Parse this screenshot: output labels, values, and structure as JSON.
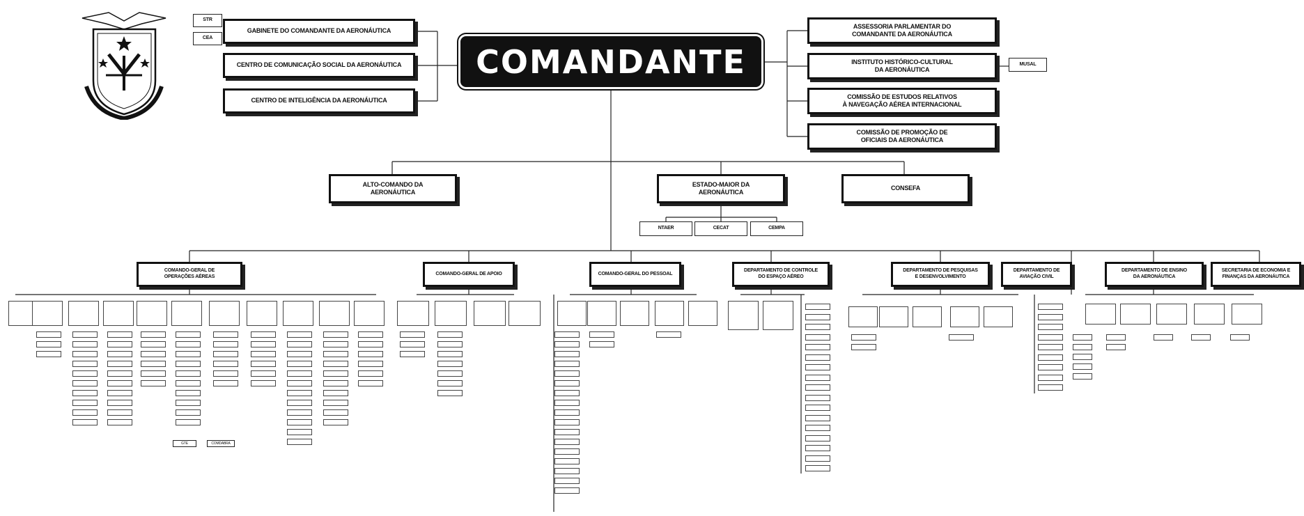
{
  "commander": "COMANDANTE",
  "emblem_icon": "air-force-coat-of-arms-icon",
  "cabinet_tags": [
    "STR",
    "CEA"
  ],
  "left_staff": [
    "GABINETE DO COMANDANTE DA AERONÁUTICA",
    "CENTRO DE COMUNICAÇÃO SOCIAL DA AERONÁUTICA",
    "CENTRO DE INTELIGÊNCIA DA AERONÁUTICA"
  ],
  "right_staff": [
    "ASSESSORIA PARLAMENTAR DO\nCOMANDANTE DA AERONÁUTICA",
    "INSTITUTO HISTÓRICO-CULTURAL\nDA AERONÁUTICA",
    "COMISSÃO DE ESTUDOS RELATIVOS\nÀ NAVEGAÇÃO AÉREA INTERNACIONAL",
    "COMISSÃO DE PROMOÇÃO DE\nOFICIAIS DA AERONÁUTICA"
  ],
  "musal_tag": "MUSAL",
  "second_level": [
    "ALTO-COMANDO DA\nAERONÁUTICA",
    "ESTADO-MAIOR DA\nAERONÁUTICA",
    "CONSEFA"
  ],
  "emaer_subunits": [
    "NTAER",
    "CECAT",
    "CEMPA"
  ],
  "departments": [
    "COMANDO-GERAL DE\nOPERAÇÕES AÉREAS",
    "COMANDO-GERAL DE APOIO",
    "COMANDO-GERAL DO PESSOAL",
    "DEPARTAMENTO DE CONTROLE\nDO ESPAÇO AÉREO",
    "DEPARTAMENTO DE PESQUISAS\nE DESENVOLVIMENTO",
    "DEPARTAMENTO DE\nAVIAÇÃO CIVIL",
    "DEPARTAMENTO DE ENSINO\nDA AERONÁUTICA",
    "SECRETARIA DE ECONOMIA E\nFINANÇAS DA AERONÁUTICA"
  ],
  "comgar_extra_tags": [
    "GTE",
    "COMDABRA"
  ]
}
